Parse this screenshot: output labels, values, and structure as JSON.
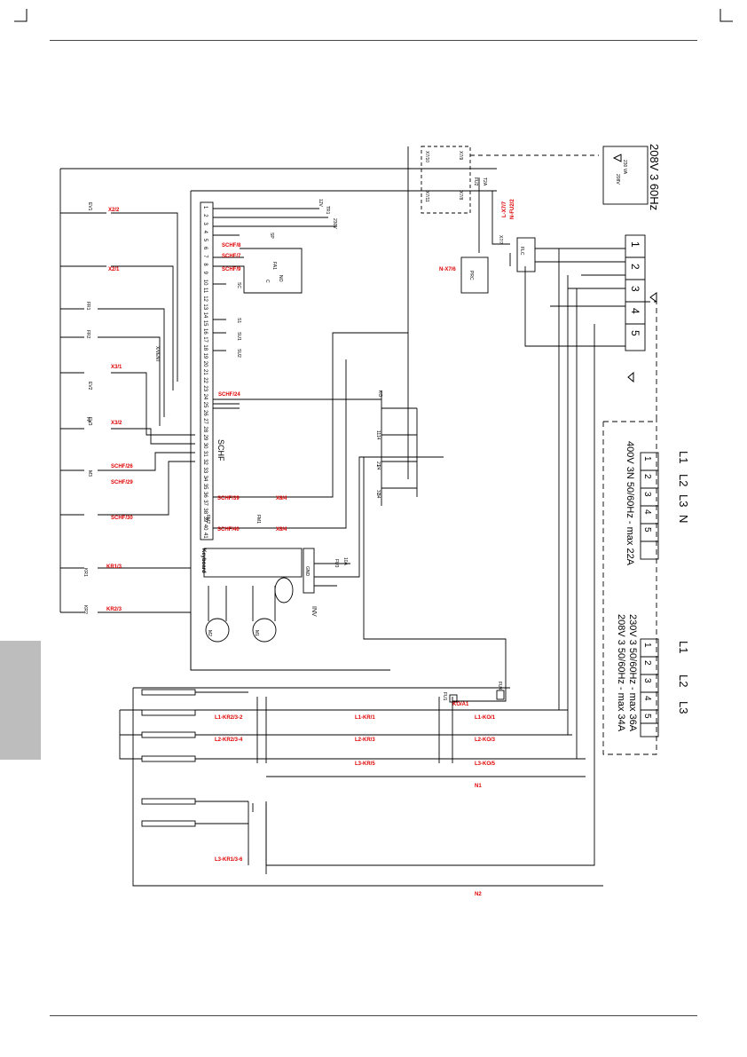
{
  "page": {
    "side_tab_color": "#bdbdbd",
    "wire_color": "#000000",
    "label_color": "#e00000"
  },
  "supply_top": "208V 3 60Hz",
  "supply_3n": {
    "terms": [
      "L1",
      "L2",
      "L3",
      "N"
    ],
    "text": "400V 3N 50/60Hz - max 22A"
  },
  "supply_3": {
    "terms": [
      "L1",
      "L2",
      "L3"
    ],
    "line1": "230V 3 50/60Hz - max 36A",
    "line2": "208V 3 50/60Hz - max 34A"
  },
  "terminal_numbers": [
    "1",
    "2",
    "3",
    "4",
    "5"
  ],
  "main_terminal_block": [
    "1",
    "2",
    "3",
    "4",
    "5"
  ],
  "schf_terminals": [
    "1",
    "2",
    "3",
    "4",
    "5",
    "6",
    "7",
    "8",
    "9",
    "10",
    "11",
    "12",
    "13",
    "14",
    "15",
    "16",
    "17",
    "18",
    "19",
    "20",
    "21",
    "22",
    "23",
    "24",
    "25",
    "26",
    "27",
    "28",
    "29",
    "30",
    "31",
    "32",
    "33",
    "34",
    "35",
    "36",
    "37",
    "38",
    "39",
    "40",
    "41"
  ],
  "schf_name": "SCHF",
  "keyboard": "Keyboard",
  "inv": "INV",
  "red_labels": {
    "x2_2": "X2/2",
    "x2_1": "X2/1",
    "x3_1": "X3/1",
    "x3_2": "X3/2",
    "schf_26": "SCHF/26",
    "schf_29": "SCHF/29",
    "schf_30": "SCHF/30",
    "kr1_3": "KR1/3",
    "kr2_3": "KR2/3",
    "schf_8": "SCHF/8",
    "schf_7": "SCHF/7",
    "schf_9": "SCHF/9",
    "schf_24": "SCHF/24",
    "n_fu2_2": "N-FU2/2",
    "l_x7_7": "L-X7/7",
    "n_x7_6": "N-X7/6",
    "schf_39": "SCHF/39",
    "schf_40": "SCHF/40",
    "xa_4a": "X8/4",
    "xa_4b": "X8/4",
    "l1_kr2_3_2": "L1-KR2/3-2",
    "l2_kr2_3_4": "L2-KR2/3-4",
    "l3_kr1_3_6": "L3-KR1/3-6",
    "l1_kr_1": "L1-KR/1",
    "l2_kr_3": "L2-KR/3",
    "l3_kr_5": "L3-KR/5",
    "l1_ko_1": "L1-KO/1",
    "l2_ko_3": "L2-KO/3",
    "l3_ko_5": "L3-KO/5",
    "ko_a1": "KO/A1",
    "n1": "N1",
    "n2": "N2"
  },
  "component_labels": {
    "tr1": "TR1",
    "fu2": "FU2",
    "fu3": "FU3",
    "fu1": "FU1",
    "fu4": "FU4",
    "prc": "PRC",
    "flc": "FLC",
    "ko": "KO",
    "kr1": "KR1",
    "kr2": "KR2",
    "m1": "M1",
    "m2": "M2",
    "m3": "M3",
    "fr1": "FR1",
    "fr2": "FR2",
    "ev1": "EV1",
    "ev2": "EV2",
    "ev3": "EV3",
    "sc": "SC",
    "s1": "S1",
    "su1": "SU1",
    "su2": "SU2",
    "x_vent": "X/VENT",
    "fp": "FP",
    "fa1": "FA1",
    "fm2": "FM2",
    "fm1": "FM1",
    "gnd": "GND",
    "sp": "SP",
    "x7_10": "X7/10",
    "x7_9": "X7/9",
    "x7_11": "X7/11",
    "x7_8": "X7/8",
    "x7_7": "X7/7",
    "va_230": "230 VA",
    "v_230": "230V",
    "v_12": "12V",
    "v_208": "208V",
    "fuse_10a": "10A",
    "t2a": "T2A",
    "no": "NO",
    "c": "C"
  },
  "contact_numbers": [
    "11",
    "14",
    "21",
    "24",
    "31",
    "34"
  ]
}
